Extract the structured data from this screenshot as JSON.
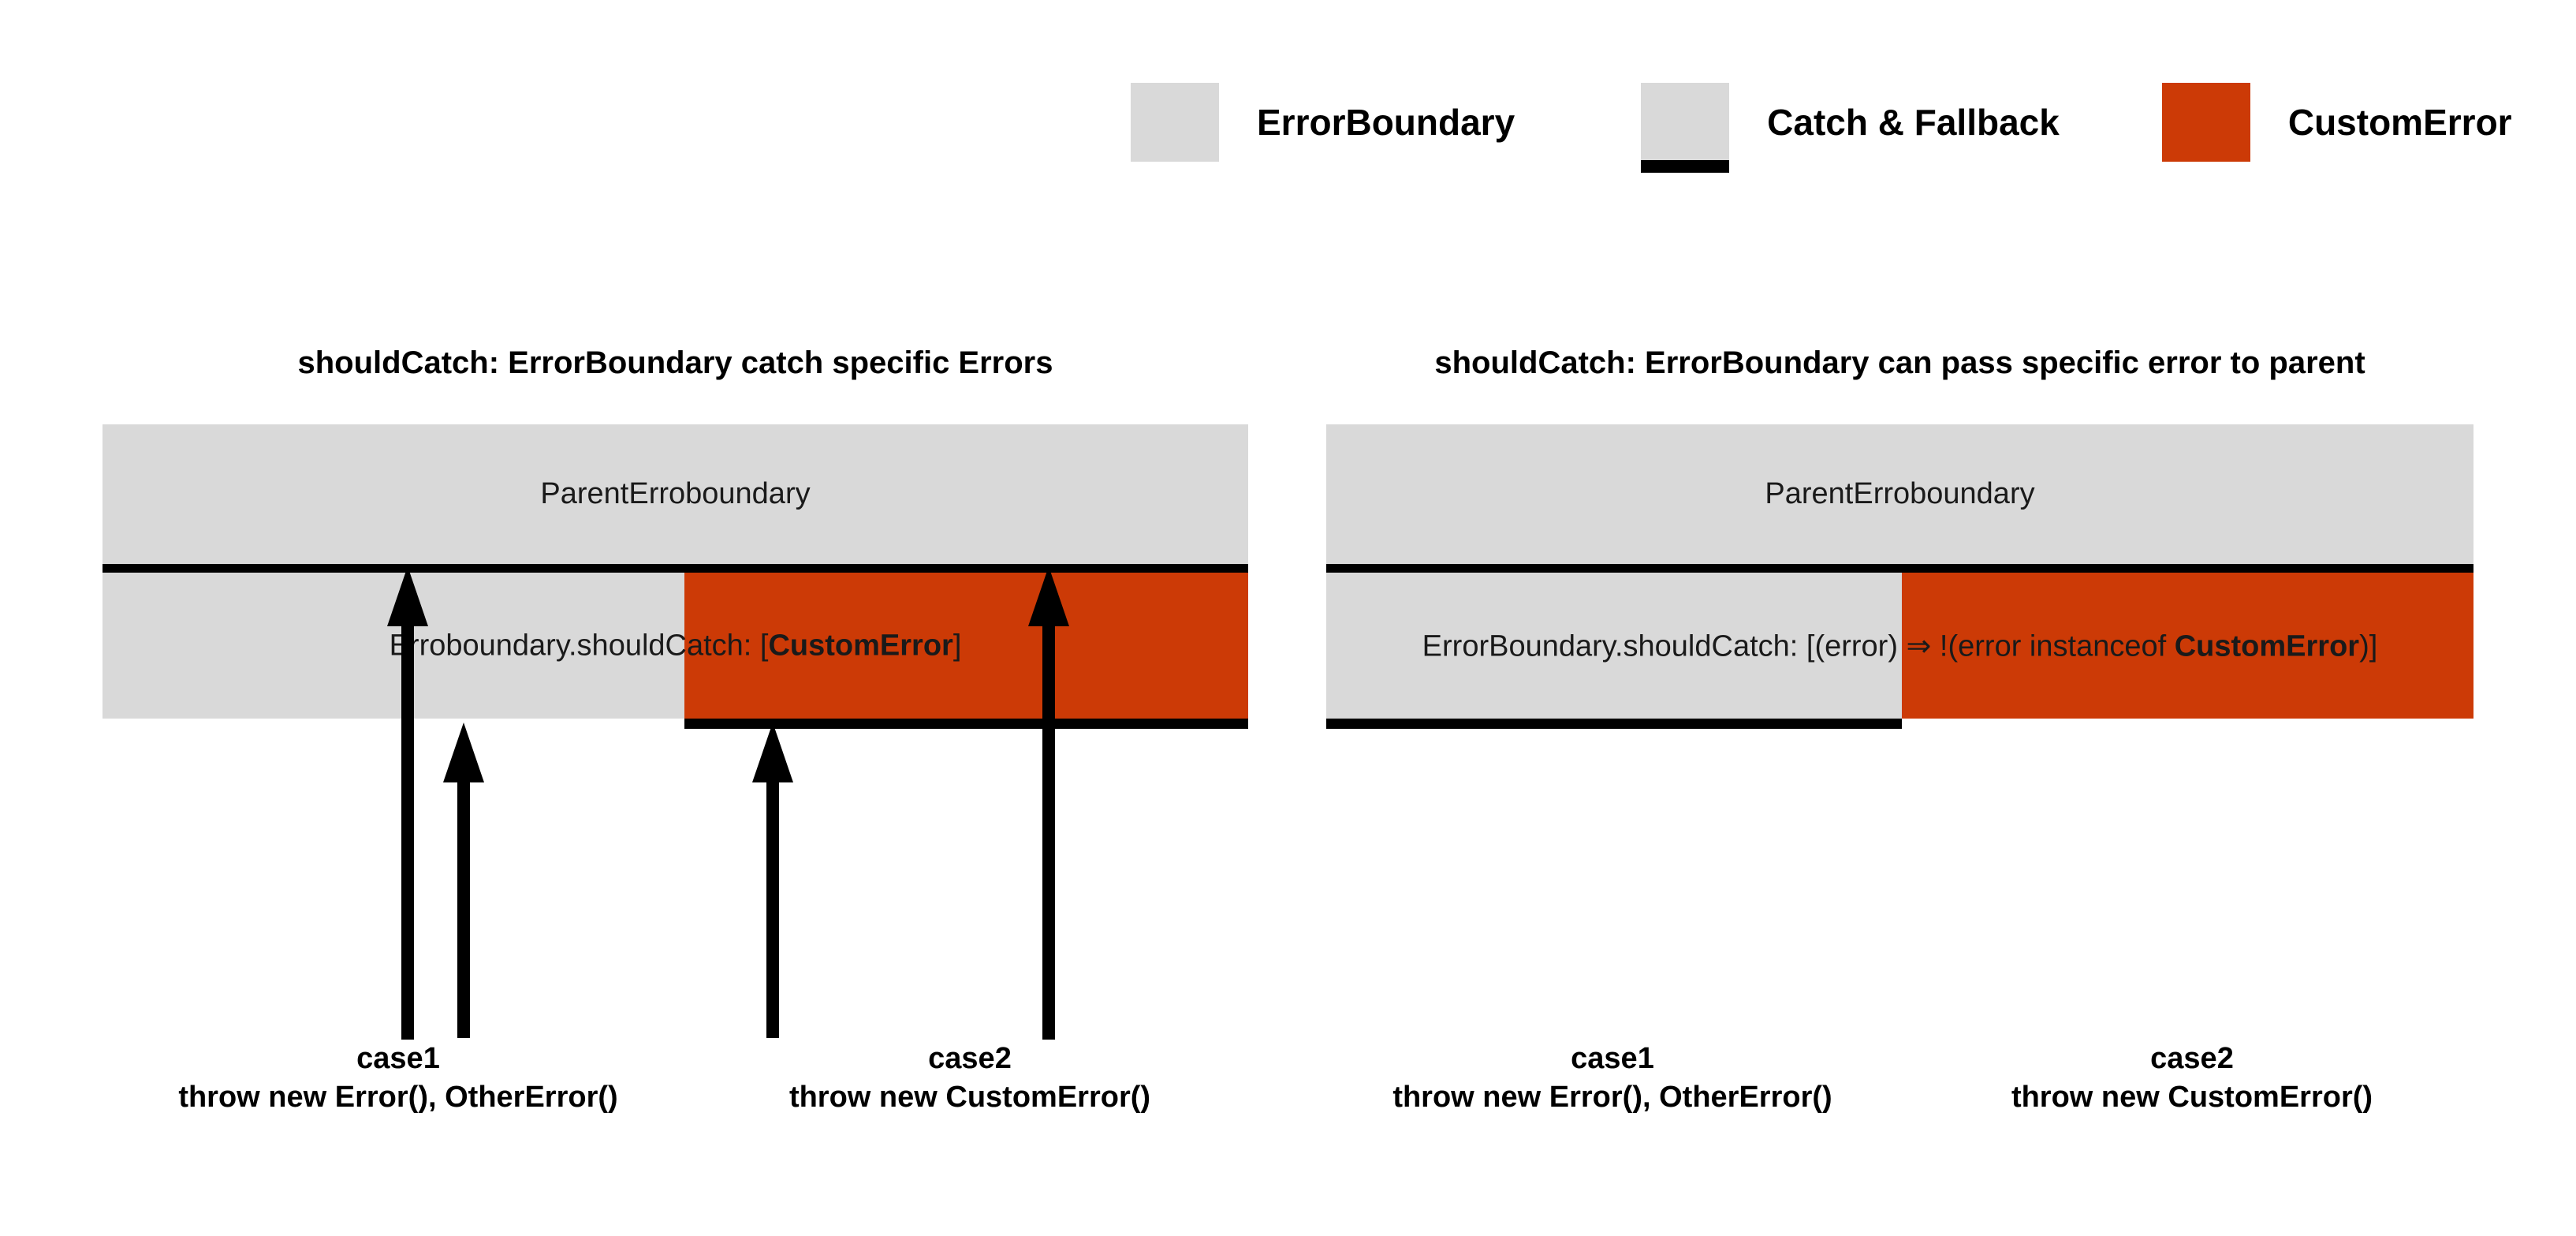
{
  "legend": {
    "items": [
      {
        "label": "ErrorBoundary",
        "swatch": "gray",
        "color": "#d9d9d9",
        "icon": "gray-square-icon"
      },
      {
        "label": "Catch & Fallback",
        "swatch": "gray-bar",
        "color": "#d9d9d9",
        "bar_color": "#000000",
        "icon": "gray-square-with-black-bar-icon"
      },
      {
        "label": "CustomError",
        "swatch": "orange",
        "color": "#cc3a06",
        "icon": "orange-square-icon"
      }
    ]
  },
  "diagrams": [
    {
      "title": "shouldCatch: ErrorBoundary catch specific Errors",
      "parent_label": "ParentErroboundary",
      "child_text_plain": "Erroboundary.shouldCatch: [CustomError]",
      "child_text_pre": "Erroboundary.shouldCatch: [",
      "child_text_bold": "CustomError",
      "child_text_post": "]",
      "cases": [
        {
          "name": "case1",
          "code": "throw new Error(), OtherError()"
        },
        {
          "name": "case2",
          "code": "throw new CustomError()"
        }
      ]
    },
    {
      "title": "shouldCatch: ErrorBoundary can pass specific error to parent",
      "parent_label": "ParentErroboundary",
      "child_text_plain": "ErrorBoundary.shouldCatch: [(error) ⇒ !(error instanceof CustomError)]",
      "child_text_pre": "ErrorBoundary.shouldCatch: [(error) ⇒ !(error instanceof ",
      "child_text_bold": "CustomError",
      "child_text_post": ")]",
      "cases": [
        {
          "name": "case1",
          "code": "throw new Error(), OtherError()"
        },
        {
          "name": "case2",
          "code": "throw new CustomError()"
        }
      ]
    }
  ],
  "colors": {
    "gray": "#d9d9d9",
    "orange": "#cc3a06",
    "black": "#000000",
    "background": "#ffffff"
  }
}
